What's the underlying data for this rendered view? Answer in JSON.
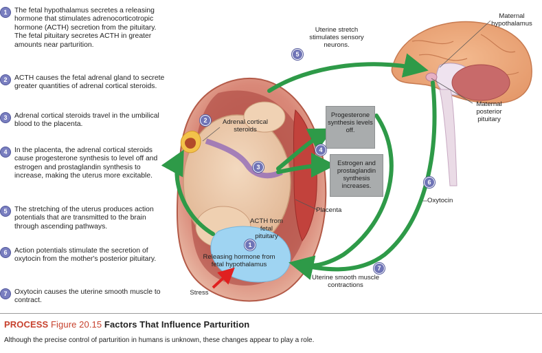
{
  "steps": [
    {
      "num": "1",
      "text": "The fetal hypothalamus secretes a releasing hormone that stimulates adrenocorticotropic hormone (ACTH) secretion from the pituitary. The fetal pituitary secretes ACTH in greater amounts near parturition."
    },
    {
      "num": "2",
      "text": "ACTH causes the fetal adrenal gland to secrete greater quantities of adrenal cortical steroids."
    },
    {
      "num": "3",
      "text": "Adrenal cortical steroids travel in the umbilical blood to the placenta."
    },
    {
      "num": "4",
      "text": "In the placenta, the adrenal cortical steroids cause progesterone synthesis to level off and estrogen and prostaglandin synthesis to increase, making the uterus more excitable."
    },
    {
      "num": "5",
      "text": "The stretching of the uterus produces action potentials that are transmitted to the brain through ascending pathways."
    },
    {
      "num": "6",
      "text": "Action potentials stimulate the secretion of oxytocin from the mother's posterior pituitary."
    },
    {
      "num": "7",
      "text": "Oxytocin causes the uterine smooth muscle to contract."
    }
  ],
  "labels": {
    "uterine_stretch": "Uterine stretch stimulates sensory neurons.",
    "maternal_hypothalamus": "Maternal hypothalamus",
    "maternal_posterior_pituitary": "Maternal posterior pituitary",
    "adrenal_cortical_steroids": "Adrenal cortical steroids",
    "progesterone": "Progesterone synthesis levels off.",
    "estrogen": "Estrogen and prostaglandin synthesis increases.",
    "placenta": "Placenta",
    "oxytocin": "Oxytocin",
    "acth": "ACTH from fetal pituitary",
    "releasing_hormone": "Releasing hormone from fetal hypothalamus",
    "stress": "Stress",
    "uterine_contractions": "Uterine smooth muscle contractions"
  },
  "bubbles": {
    "b1": "1",
    "b2": "2",
    "b3": "3",
    "b4": "4",
    "b5": "5",
    "b6": "6",
    "b7": "7"
  },
  "caption": {
    "process": "PROCESS",
    "figure": "Figure 20.15",
    "title": "Factors That Influence Parturition",
    "subtitle": "Although the precise control of parturition in humans is unknown, these changes appear to play a role."
  },
  "colors": {
    "arrow_green": "#2e9a48",
    "step_badge": "#7a7fc0",
    "caption_accent": "#c7412d",
    "stress_arrow": "#e02020"
  }
}
